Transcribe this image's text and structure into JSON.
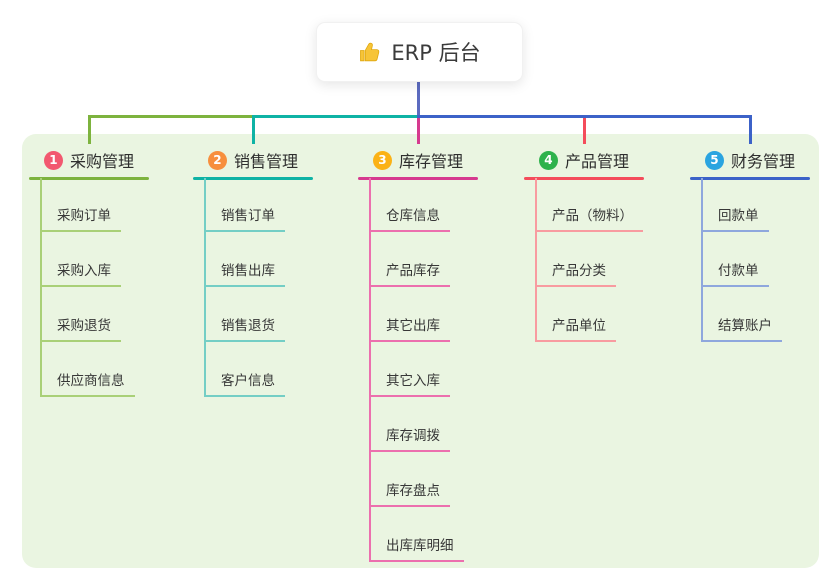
{
  "root": {
    "label": "ERP 后台",
    "icon": "thumbs-up-icon"
  },
  "colors": {
    "canvas_bg": "#ffffff",
    "panel_bg": "#eaf5e1",
    "root_connector": "#5c6bc0",
    "text": "#333333"
  },
  "branches": [
    {
      "number": "1",
      "title": "采购管理",
      "badge_color": "#f2586f",
      "line_color": "#7db33e",
      "child_line_color": "#a9d077",
      "children": [
        "采购订单",
        "采购入库",
        "采购退货",
        "供应商信息"
      ]
    },
    {
      "number": "2",
      "title": "销售管理",
      "badge_color": "#f78f3d",
      "line_color": "#0fb3a5",
      "child_line_color": "#74cec5",
      "children": [
        "销售订单",
        "销售出库",
        "销售退货",
        "客户信息"
      ]
    },
    {
      "number": "3",
      "title": "库存管理",
      "badge_color": "#fbb216",
      "line_color": "#d63a8f",
      "child_line_color": "#ec6fae",
      "children": [
        "仓库信息",
        "产品库存",
        "其它出库",
        "其它入库",
        "库存调拨",
        "库存盘点",
        "出库库明细"
      ]
    },
    {
      "number": "4",
      "title": "产品管理",
      "badge_color": "#2eb24c",
      "line_color": "#f44c5b",
      "child_line_color": "#f89ba0",
      "children": [
        "产品（物料）",
        "产品分类",
        "产品单位"
      ]
    },
    {
      "number": "5",
      "title": "财务管理",
      "badge_color": "#2aa4e0",
      "line_color": "#3c62c8",
      "child_line_color": "#8fa7dd",
      "children": [
        "回款单",
        "付款单",
        "结算账户"
      ]
    }
  ]
}
